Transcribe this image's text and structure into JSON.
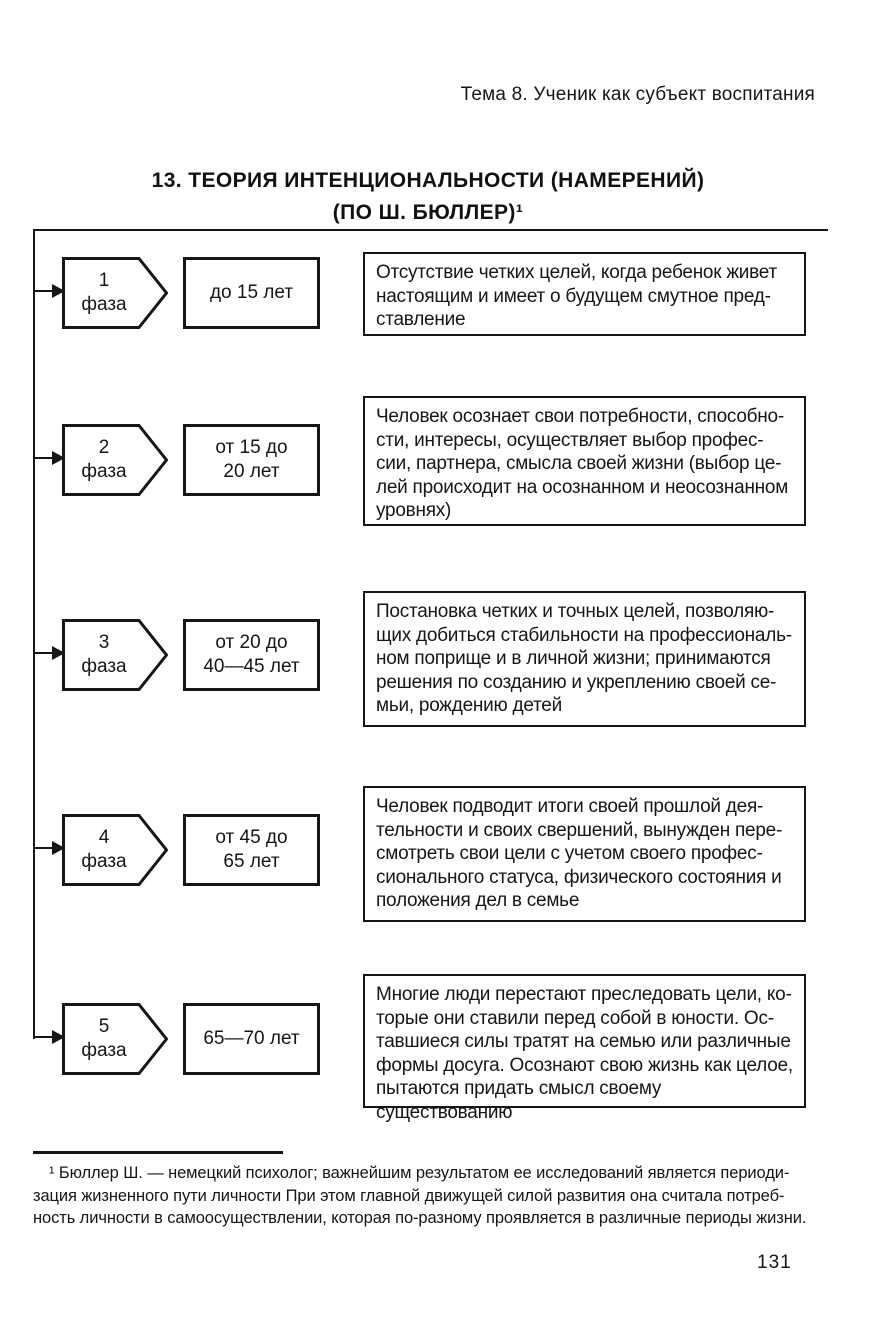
{
  "page": {
    "header": "Тема 8. Ученик как субъект воспитания",
    "title_line1": "13. ТЕОРИЯ ИНТЕНЦИОНАЛЬНОСТИ (НАМЕРЕНИЙ)",
    "title_line2": "(ПО Ш. БЮЛЛЕР)¹",
    "page_number": "131"
  },
  "diagram": {
    "phases": [
      {
        "number": "1",
        "label": "фаза",
        "age": "до 15 лет",
        "description": "Отсутствие четких целей, когда ребенок живет\nнастоящим и имеет о будущем смутное пред-\nставление"
      },
      {
        "number": "2",
        "label": "фаза",
        "age": "от 15 до\n20 лет",
        "description": "Человек осознает свои потребности, способно-\nсти, интересы, осуществляет выбор профес-\nсии, партнера, смысла своей жизни (выбор це-\nлей происходит на осознанном и неосознанном\nуровнях)"
      },
      {
        "number": "3",
        "label": "фаза",
        "age": "от 20 до\n40—45 лет",
        "description": "Постановка четких и точных целей, позволяю-\nщих добиться стабильности на профессиональ-\nном поприще и в личной жизни; принимаются\nрешения по созданию и укреплению своей се-\nмьи, рождению детей"
      },
      {
        "number": "4",
        "label": "фаза",
        "age": "от 45 до\n65 лет",
        "description": "Человек подводит итоги своей прошлой дея-\nтельности и своих свершений, вынужден пере-\nсмотреть свои цели с учетом своего профес-\nсионального статуса, физического состояния и\nположения дел в семье"
      },
      {
        "number": "5",
        "label": "фаза",
        "age": "65—70 лет",
        "description": "Многие люди перестают преследовать цели, ко-\nторые они ставили перед собой в юности. Ос-\nтавшиеся силы тратят на семью или различные\nформы досуга. Осознают свою жизнь как целое,\nпытаются придать смысл своему существованию"
      }
    ]
  },
  "footnote": {
    "text": "¹ Бюллер Ш. — немецкий психолог; важнейшим результатом ее исследований является периоди-\nзация жизненного пути личности  При этом главной движущей силой развития она считала потреб-\nность личности в самоосуществлении, которая по-разному проявляется в различные периоды жизни."
  },
  "colors": {
    "ink": "#161616",
    "paper": "#ffffff"
  }
}
